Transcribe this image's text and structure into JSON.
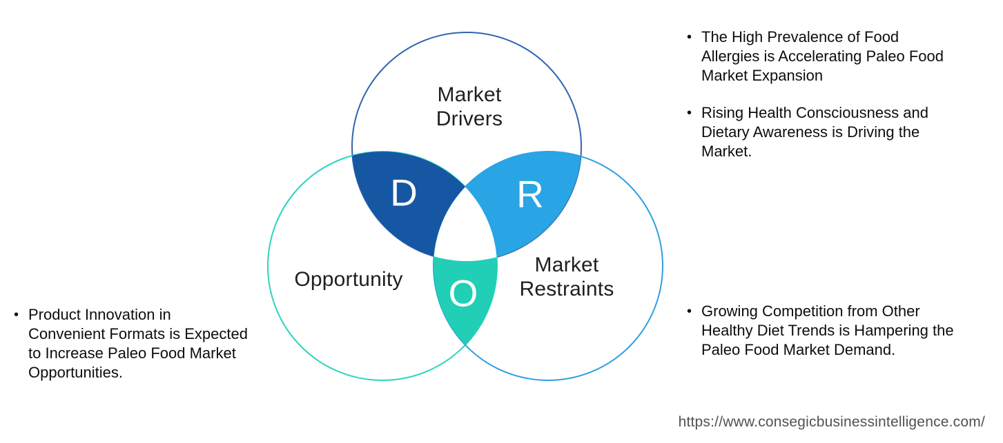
{
  "diagram": {
    "drivers": {
      "label_lines": [
        "Market",
        "Drivers"
      ],
      "letter": "D",
      "fill": "#1657A4",
      "stroke": "#2F64AE"
    },
    "restraints": {
      "label_lines": [
        "Market",
        "Restraints"
      ],
      "letter": "R",
      "fill": "#29A4E4",
      "stroke": "#2F9FE0"
    },
    "opportunity": {
      "label_lines": [
        "Opportunity"
      ],
      "letter": "O",
      "fill": "#21CEB6",
      "stroke": "#2BD4BD"
    },
    "center_fill": "#FFFFFF",
    "letter_color": "#FFFFFF"
  },
  "notes": {
    "bullet_glyph": "•",
    "drivers": [
      {
        "lines": [
          "The High Prevalence of Food",
          "Allergies is Accelerating Paleo Food",
          "Market Expansion"
        ]
      },
      {
        "lines": [
          "Rising Health Consciousness and",
          "Dietary Awareness is Driving the",
          "Market."
        ]
      }
    ],
    "opportunity": [
      {
        "lines": [
          "Product Innovation in",
          "Convenient Formats is Expected",
          "to Increase Paleo Food Market",
          "Opportunities."
        ]
      }
    ],
    "restraints": [
      {
        "lines": [
          "Growing Competition from Other",
          "Healthy Diet Trends is Hampering the",
          "Paleo Food Market Demand."
        ]
      }
    ]
  },
  "footer": {
    "url": "https://www.consegicbusinessintelligence.com/"
  }
}
